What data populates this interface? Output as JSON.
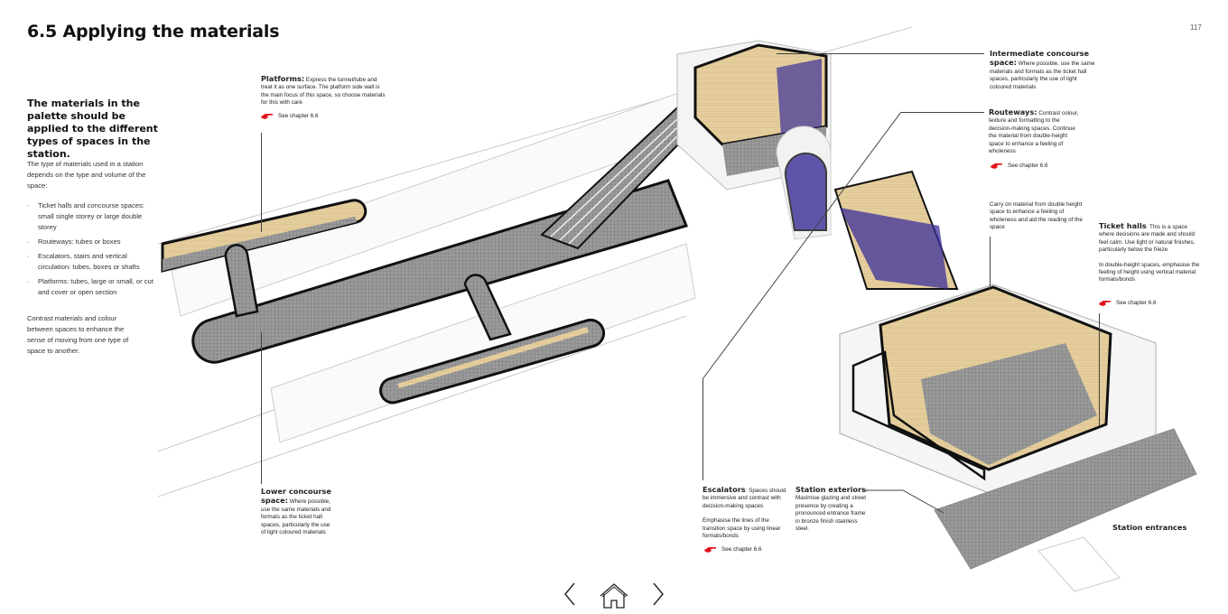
{
  "page": {
    "title": "6.5 Applying the materials",
    "number": "117"
  },
  "left": {
    "heading": "The materials in the palette should be applied to the different types of spaces in the station.",
    "intro": "The type of materials used in a station depends on the type and volume of the space:",
    "bullets": [
      "Ticket halls and concourse spaces: small single storey or large double storey",
      "Routeways: tubes or boxes",
      "Escalators, stairs and vertical circulation: tubes, boxes or shafts",
      "Platforms: tubes, large or small, or cut and cover or open section"
    ],
    "contrast": "Contrast materials and colour between spaces to enhance the sense of moving from one type of space to another."
  },
  "annotations": {
    "platforms": {
      "title": "Platforms:",
      "text": " Express the tunnel/tube and treat it as one surface. The platform side wall is the main focus of this space, so choose materials for this with care",
      "see": "See chapter 6.6"
    },
    "intermediate": {
      "title": "Intermediate concourse space:",
      "text": " Where possible, use the same materials and formats as the ticket hall spaces, particularly the use of light coloured materials"
    },
    "routeways": {
      "title": "Routeways:",
      "text": " Contrast colour, texture and formatting to the decision-making spaces. Continue the material from double-height space to enhance a feeling of wholeness",
      "see": "See chapter 6.6"
    },
    "carry": {
      "text": "Carry on material from double height space to enhance a feeling of wholeness and aid the reading of the space"
    },
    "ticket": {
      "title": "Ticket halls",
      "text": ": This is a space where decisions are made and should feel calm. Use light or natural finishes, particularly below the frieze",
      "text2": "In double-height spaces, emphasise the feeling of height using vertical material formats/bonds",
      "see": "See chapter 6.6"
    },
    "lower": {
      "title": "Lower concourse space:",
      "text": " Where possible, use the same materials and formats as the ticket hall spaces, particularly the use of light coloured materials"
    },
    "escalators": {
      "title": "Escalators",
      "text": ": Spaces should be immersive and contrast with decision-making spaces",
      "text2": "Emphasise the lines of the transition space by using linear formats/bonds",
      "see": "See chapter 6.6"
    },
    "exteriors": {
      "title": "Station exteriors",
      "text": ": Maximise glazing and street presence by creating a pronounced entrance frame in bronze finish stainless steel."
    },
    "entrances": {
      "title": "Station entrances"
    }
  },
  "colors": {
    "accent": "#e3141b",
    "tile": "#8a8a8a",
    "wood": "#e8d3a8",
    "purple": "#3a2f9a"
  }
}
